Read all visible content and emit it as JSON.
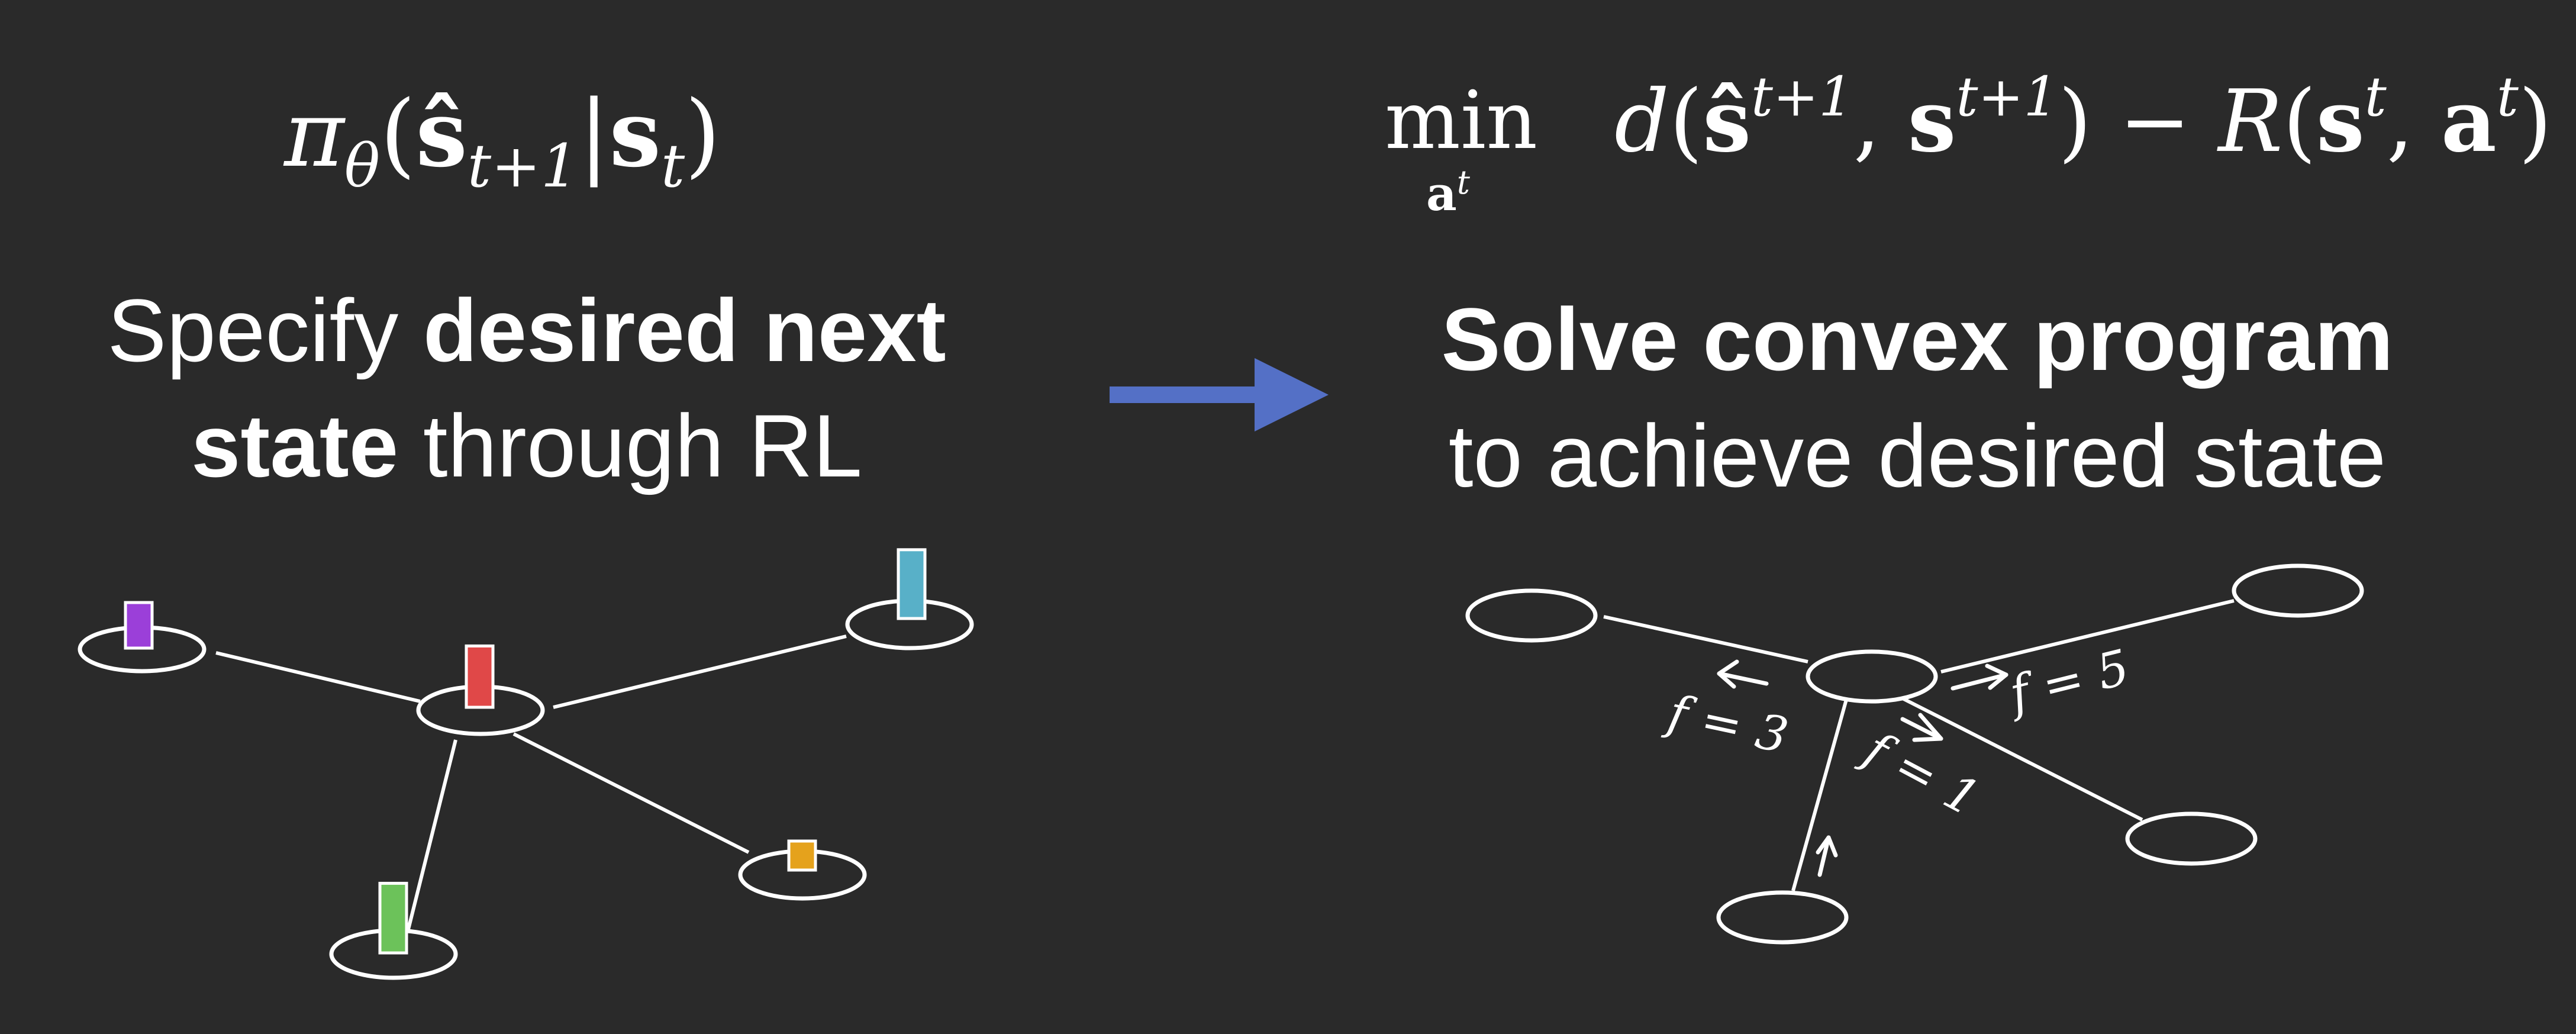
{
  "left": {
    "formula": {
      "pi": "π",
      "theta": "θ",
      "hat_s": "ŝ",
      "sub_next": "t+1",
      "bar": "|",
      "s": "s",
      "sub_t": "t",
      "open": "(",
      "close": ")"
    },
    "caption": {
      "line1_light": "Specify ",
      "line1_bold": "desired next",
      "line2_bold": "state",
      "line2_light": " through RL"
    },
    "graph": {
      "bar_colors": [
        "#9b3fd9",
        "#e04848",
        "#58b0c8",
        "#e5a21c",
        "#6cc25a"
      ],
      "bar_levels": [
        0.55,
        0.74,
        0.83,
        0.35,
        0.84
      ]
    }
  },
  "right": {
    "formula": {
      "min": "min",
      "under_a": "a",
      "under_t": "t",
      "d": "d",
      "open": "(",
      "hat_s": "ŝ",
      "sup_next1": "t+1",
      "comma1": ", ",
      "s": "s",
      "sup_next2": "t+1",
      "close1": ")",
      "minus": " − ",
      "R": "R",
      "open2": "(",
      "s2": "s",
      "sup_t1": "t",
      "comma2": ", ",
      "a": "a",
      "sup_t2": "t",
      "close2": ")"
    },
    "caption": {
      "line1_bold": "Solve convex program",
      "line2_light": "to achieve desired state"
    },
    "flows": {
      "f3": "f = 3",
      "f1": "f = 1",
      "f5": "f = 5"
    }
  },
  "colors": {
    "background": "#2a2a2a",
    "arrow": "#5470c6",
    "foreground": "#ffffff"
  }
}
